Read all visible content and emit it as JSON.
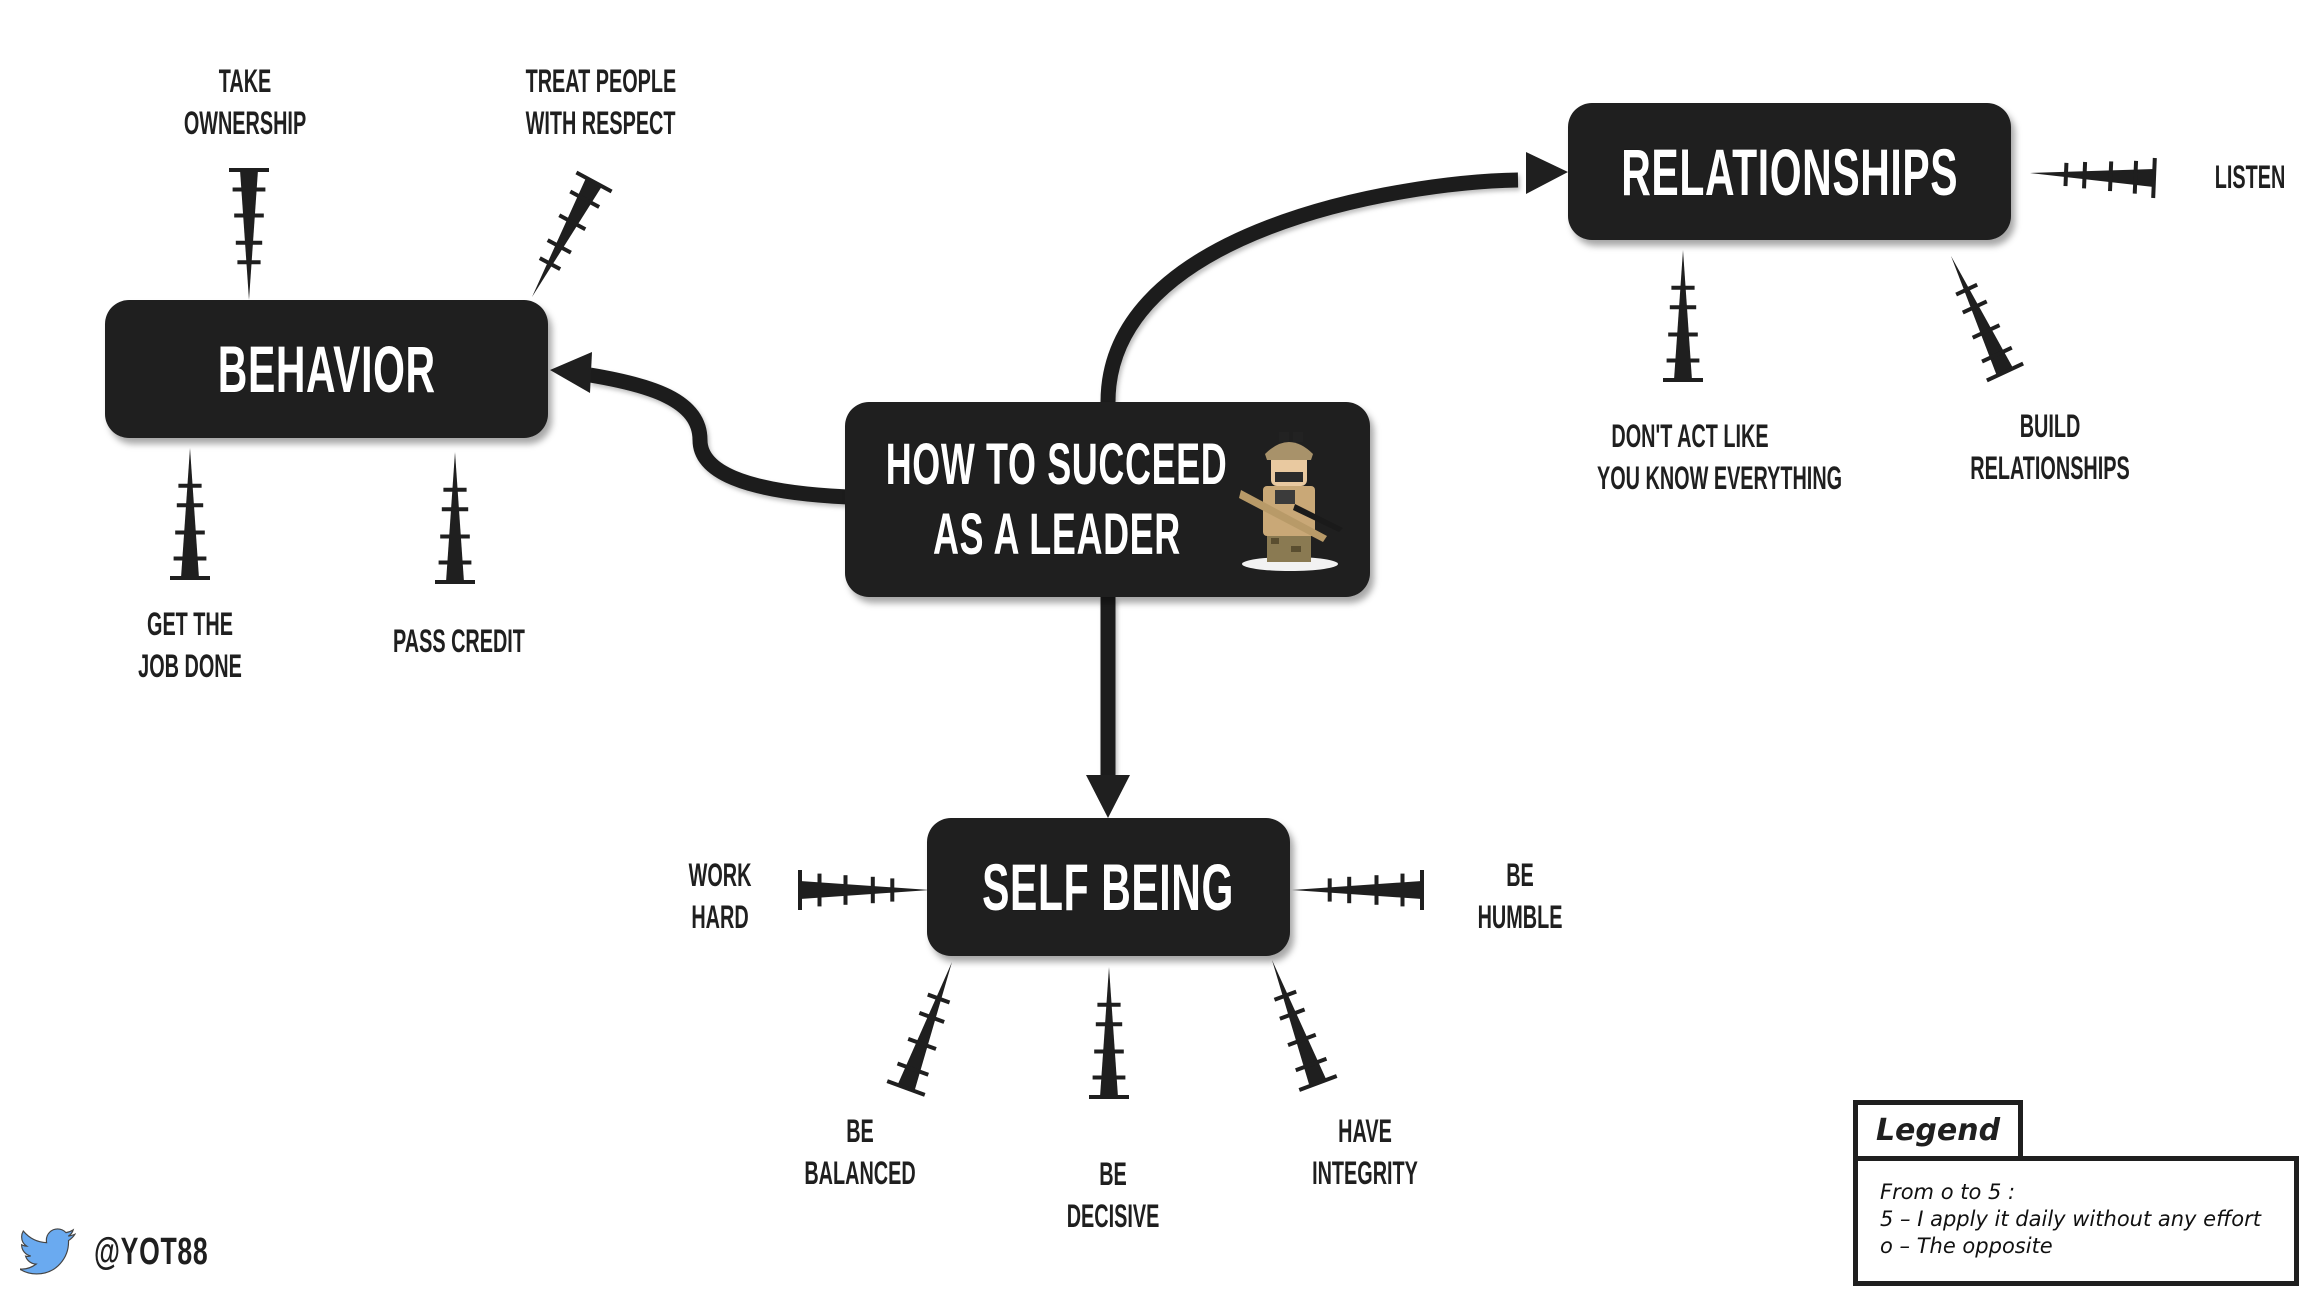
{
  "title": {
    "line1": "How to succeed",
    "line2": "as a leader",
    "figure_icon": "soldier-minifigure-icon"
  },
  "colors": {
    "box_fill": "#1f1f1f",
    "box_text": "#ffffff",
    "ink": "#1f1f1f",
    "twitter_blue": "#6aaaf0"
  },
  "scale": {
    "min": 0,
    "max": 5,
    "ticks": 5
  },
  "categories": [
    {
      "id": "behavior",
      "label": "Behavior",
      "items": [
        {
          "lines": [
            "Take",
            "ownership"
          ],
          "ticks": 5
        },
        {
          "lines": [
            "Treat people",
            "with respect"
          ],
          "ticks": 5
        },
        {
          "lines": [
            "Get the",
            "job done"
          ],
          "ticks": 5
        },
        {
          "lines": [
            "Pass credit"
          ],
          "ticks": 5
        }
      ]
    },
    {
      "id": "relationships",
      "label": "Relationships",
      "items": [
        {
          "lines": [
            "Listen"
          ],
          "ticks": 5
        },
        {
          "lines": [
            "Don't act like",
            "you know everything"
          ],
          "ticks": 5
        },
        {
          "lines": [
            "Build",
            "relationships"
          ],
          "ticks": 5
        }
      ]
    },
    {
      "id": "selfbeing",
      "label": "Self being",
      "items": [
        {
          "lines": [
            "Work",
            "hard"
          ],
          "ticks": 5
        },
        {
          "lines": [
            "Be",
            "humble"
          ],
          "ticks": 5
        },
        {
          "lines": [
            "Be",
            "balanced"
          ],
          "ticks": 5
        },
        {
          "lines": [
            "Be",
            "decisive"
          ],
          "ticks": 5
        },
        {
          "lines": [
            "Have",
            "integrity"
          ],
          "ticks": 5
        }
      ]
    }
  ],
  "legend": {
    "title": "Legend",
    "lines": [
      "From o to 5 :",
      "5 – I apply it daily without any effort",
      "o – The opposite"
    ]
  },
  "footer": {
    "icon": "twitter-bird-icon",
    "handle": "@YOT88"
  }
}
